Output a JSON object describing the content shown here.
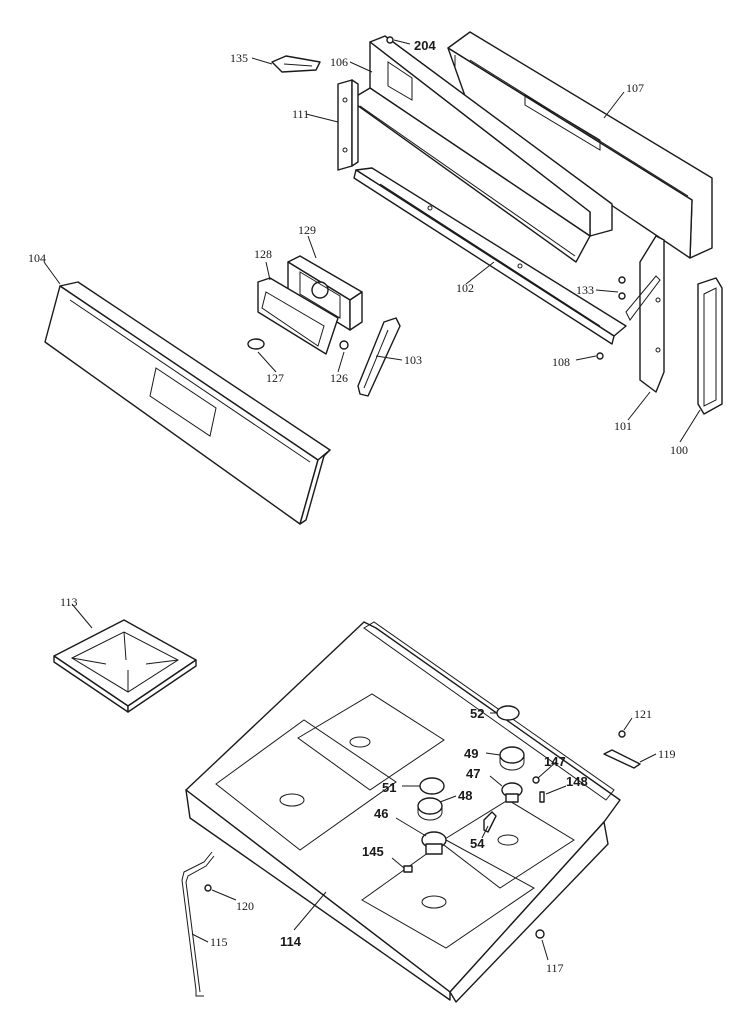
{
  "callouts": {
    "c135": "135",
    "c106": "106",
    "c204": "204",
    "c107": "107",
    "c111": "111",
    "c129": "129",
    "c128": "128",
    "c104": "104",
    "c102": "102",
    "c133": "133",
    "c127": "127",
    "c126": "126",
    "c103": "103",
    "c108": "108",
    "c101": "101",
    "c100": "100",
    "c113": "113",
    "c52": "52",
    "c121": "121",
    "c49": "49",
    "c147": "147",
    "c119": "119",
    "c47": "47",
    "c148": "148",
    "c51": "51",
    "c48": "48",
    "c46": "46",
    "c54": "54",
    "c145": "145",
    "c120": "120",
    "c114": "114",
    "c115": "115",
    "c117": "117"
  }
}
